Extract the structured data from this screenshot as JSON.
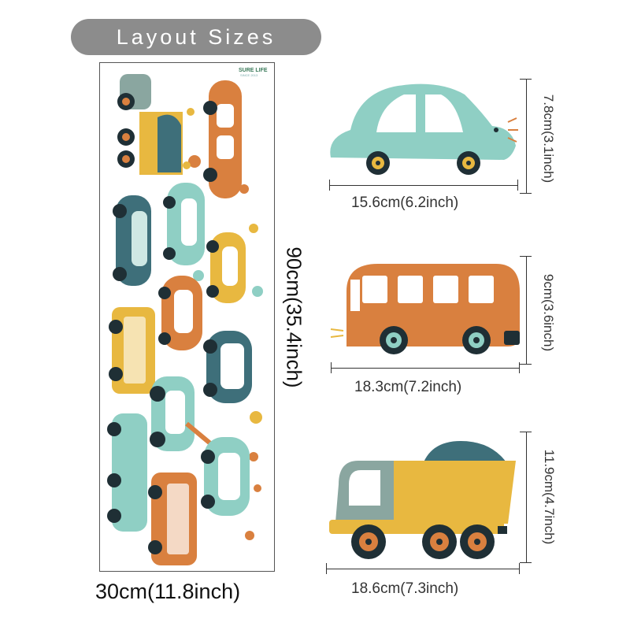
{
  "header": {
    "title": "Layout Sizes"
  },
  "sheet": {
    "brand": "SURE LIFE",
    "brand_sub": "SINCE 2013",
    "height_label": "90cm(35.4inch)",
    "width_label": "30cm(11.8inch)"
  },
  "details": [
    {
      "name": "car",
      "width_label": "15.6cm(6.2inch)",
      "height_label": "7.8cm(3.1inch)"
    },
    {
      "name": "bus",
      "width_label": "18.3cm(7.2inch)",
      "height_label": "9cm(3.6inch)"
    },
    {
      "name": "dump-truck",
      "width_label": "18.6cm(7.3inch)",
      "height_label": "11.9cm(4.7inch)"
    }
  ],
  "colors": {
    "pill": "#8c8c8c",
    "mint": "#8fcfc4",
    "orange": "#d9803f",
    "yellow": "#e8b840",
    "teal": "#3e6f7a",
    "wheel": "#1f2f35"
  }
}
